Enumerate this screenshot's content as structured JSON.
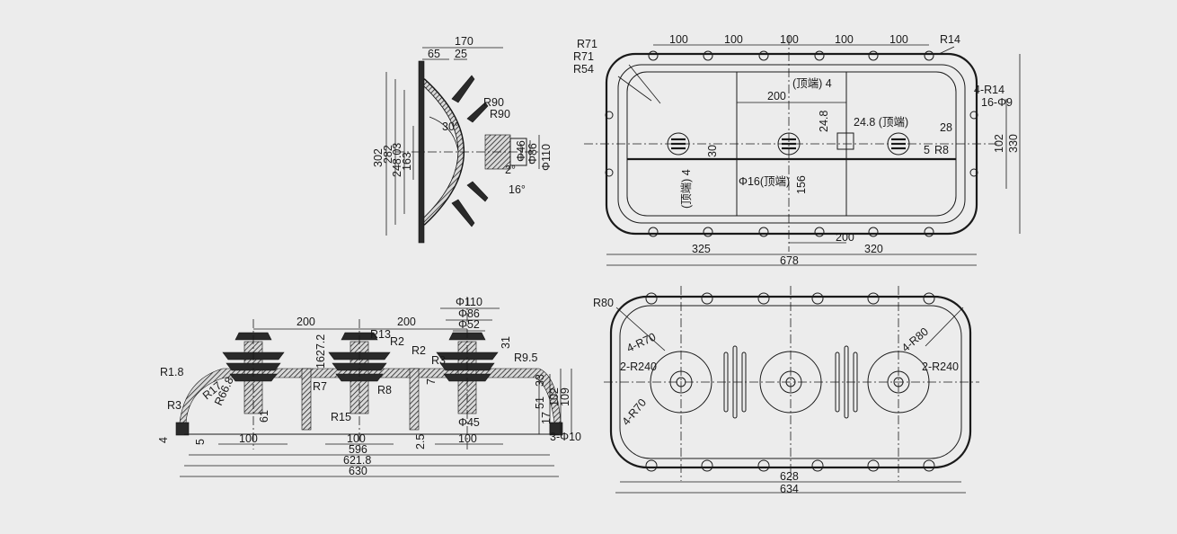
{
  "side_view": {
    "dims": [
      "170",
      "65",
      "25",
      "R90",
      "R90",
      "30°",
      "302",
      "282",
      "248.03",
      "163",
      "Φ110",
      "Φ86",
      "Φ46",
      "2°",
      "16°"
    ]
  },
  "top_view": {
    "dims": [
      "R71",
      "R71",
      "R54",
      "100",
      "100",
      "100",
      "100",
      "100",
      "R14",
      "(顶端) 4",
      "200",
      "4-R14",
      "16-Φ9",
      "24.8",
      "24.8 (顶端)",
      "28",
      "30",
      "(顶端) 4",
      "5",
      "R8",
      "102",
      "330",
      "Φ16(顶端)",
      "156",
      "200",
      "325",
      "320",
      "678"
    ]
  },
  "front_view": {
    "dims": [
      "200",
      "200",
      "Φ110",
      "Φ86",
      "Φ52",
      "R1.8",
      "1627.2",
      "R13",
      "R2",
      "R2",
      "R3",
      "R9.5",
      "R66.8",
      "R17",
      "R7",
      "R8",
      "R3",
      "61",
      "R15",
      "7",
      "31",
      "33",
      "51",
      "102",
      "109",
      "17",
      "Φ45",
      "4",
      "5",
      "100",
      "100",
      "100",
      "2.5",
      "596",
      "621.8",
      "630",
      "3-Φ10"
    ]
  },
  "bottom_view": {
    "dims": [
      "R80",
      "4-R70",
      "2-R240",
      "4-R70",
      "4-R80",
      "2-R240",
      "628",
      "634"
    ]
  }
}
